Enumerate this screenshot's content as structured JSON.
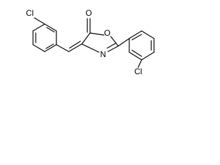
{
  "molecule": {
    "atoms": {
      "chloro_left": "Cl",
      "carbonyl_oxygen": "O",
      "ring_oxygen": "O",
      "ring_nitrogen": "N",
      "chloro_right": "Cl"
    }
  }
}
